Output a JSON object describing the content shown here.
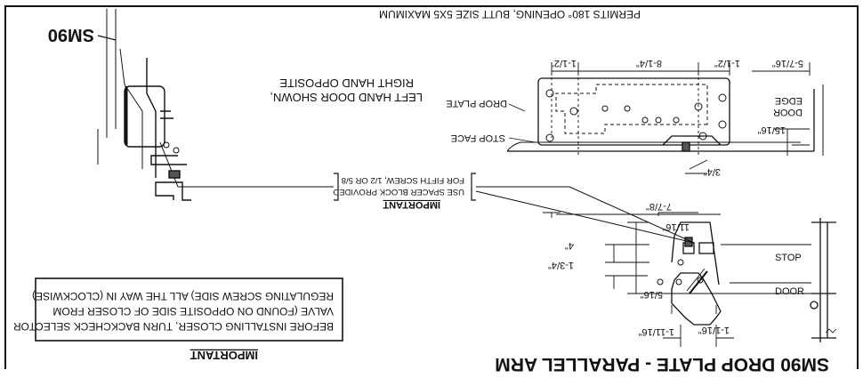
{
  "title": "SM90 DROP PLATE - PARALLEL ARM",
  "model_label": "SM90",
  "top_note": "PERMITS 180° OPENING, BUTT SIZE 5X5 MAXIMUM",
  "handing_note": {
    "line1": "LEFT HAND DOOR SHOWN,",
    "line2": "RIGHT HAND OPPOSITE"
  },
  "important_spacer": {
    "heading": "IMPORTANT",
    "line1": "USE SPACER BLOCK PROVIDED",
    "line2": "FOR FIFTH SCREW, 1/2 OR 5/8"
  },
  "important_backcheck": {
    "heading": "IMPORTANT",
    "line1": "BEFORE INSTALLING CLOSER, TURN BACKCHECK SELECTOR",
    "line2": "VALVE (FOUND ON OPPOSITE SIDE OF CLOSER FROM",
    "line3": "REGULATING SCREW SIDE) ALL THE WAY IN (CLOCKWISE)"
  },
  "labels": {
    "drop_plate": "DROP PLATE",
    "stop_face": "STOP FACE",
    "door_edge_1": "DOOR",
    "door_edge_2": "EDGE",
    "stop": "STOP",
    "door": "DOOR"
  },
  "dimensions": {
    "d_1_1_2_left": "1-1/2\"",
    "d_8_1_4": "8-1/4\"",
    "d_1_1_2_right": "1-1/2\"",
    "d_5_7_16": "5-7/16\"",
    "d_15_16": "15/16\"",
    "d_3_4": "3/4\"",
    "d_7_7_8": "7-7/8\"",
    "d_11_16": "11/16\"",
    "d_4": "4\"",
    "d_1_3_4": "1-3/4\"",
    "d_5_16": "5/16\"",
    "d_1_11_16": "1-11/16\"",
    "d_1_1_16": "1-1/16\""
  }
}
